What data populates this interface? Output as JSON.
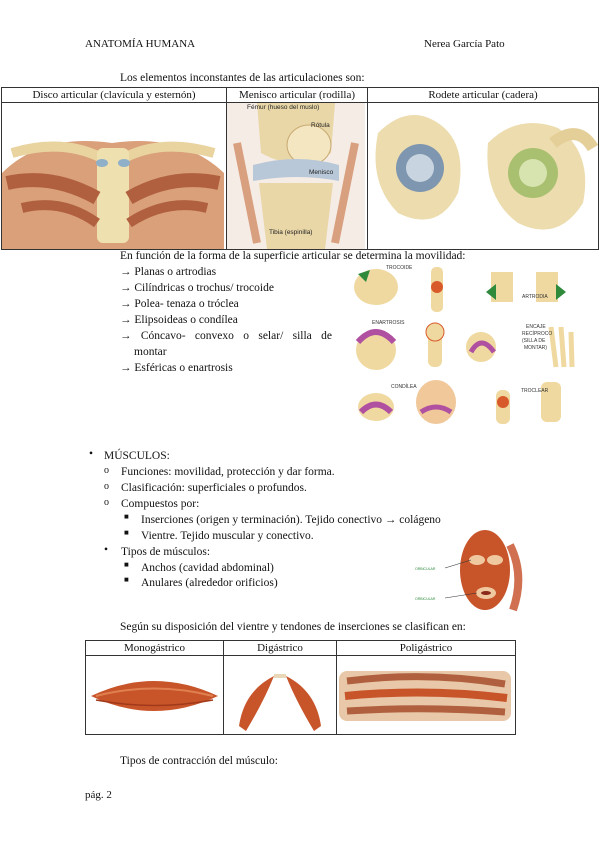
{
  "header": {
    "left": "ANATOMÍA HUMANA",
    "right": "Nerea García Pato"
  },
  "intro_joints": "Los elementos inconstantes de las articulaciones son:",
  "joint_table": {
    "col1": "Disco articular (clavícula y esternón)",
    "col2": "Menisco articular (rodilla)",
    "col3": "Rodete articular (cadera)",
    "knee_labels": {
      "femur": "Fémur (hueso del muslo)",
      "rotula": "Rótula",
      "menisco": "Menisco",
      "tibia": "Tibia (espinilla)"
    }
  },
  "mobility_intro": "En función de la forma de la superficie articular se determina la movilidad:",
  "mobility_items": [
    "→ Planas o artrodias",
    "→ Cilíndricas o trochus/ trocoide",
    "→ Polea- tenaza o tróclea",
    "→ Elipsoideas o condílea",
    "→ Cóncavo- convexo o selar/ silla de",
    "montar",
    "→ Esféricas o enartrosis"
  ],
  "joint_types_labels": {
    "trocoide": "TROCOIDE",
    "artrodia": "ARTRODIA",
    "enartrosis": "ENARTROSIS",
    "encaje1": "ENCAJE",
    "encaje2": "RECÍPROCO",
    "encaje3": "(SILLA DE",
    "encaje4": "MONTAR)",
    "condilea": "CONDÍLEA",
    "troclear": "TROCLEAR"
  },
  "muscles": {
    "title": "MÚSCULOS:",
    "functions": "Funciones: movilidad, protección y dar forma.",
    "classification": "Clasificación: superficiales o profundos.",
    "composed": "Compuestos por:",
    "insertions": "Inserciones (origen y terminación). Tejido conectivo → colágeno",
    "belly": "Vientre. Tejido muscular y conectivo.",
    "types_title": "Tipos de músculos:",
    "wide": "Anchos (cavidad abdominal)",
    "annular": "Anulares (alrededor orificios)"
  },
  "disposition_intro": "Según su disposición del vientre y tendones de inserciones se clasifican en:",
  "muscle_table": {
    "col1": "Monogástrico",
    "col2": "Digástrico",
    "col3": "Poligástrico"
  },
  "contraction": "Tipos de contracción del músculo:",
  "footer": "pág. 2",
  "colors": {
    "muscle": "#c8542a",
    "bone": "#f0d9a0",
    "green": "#2f8a3c",
    "cartilage": "#b8c8d8"
  }
}
